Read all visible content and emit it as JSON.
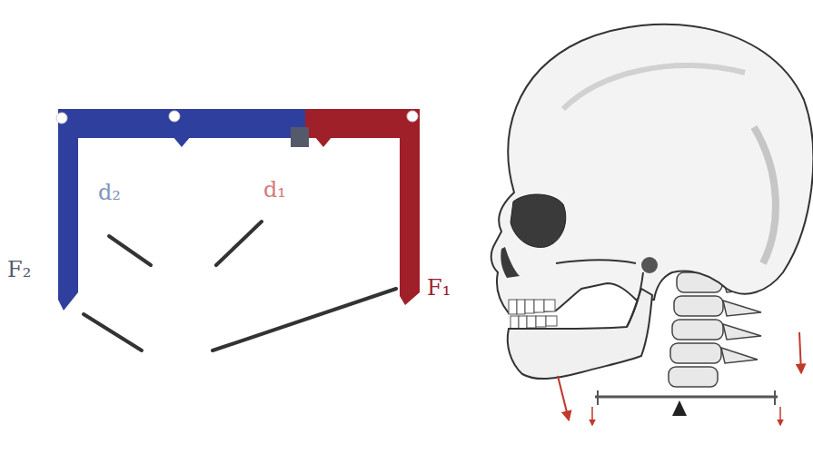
{
  "diagram": {
    "labels": [
      "d₂",
      "d₁",
      "F₂",
      "F₁"
    ]
  }
}
